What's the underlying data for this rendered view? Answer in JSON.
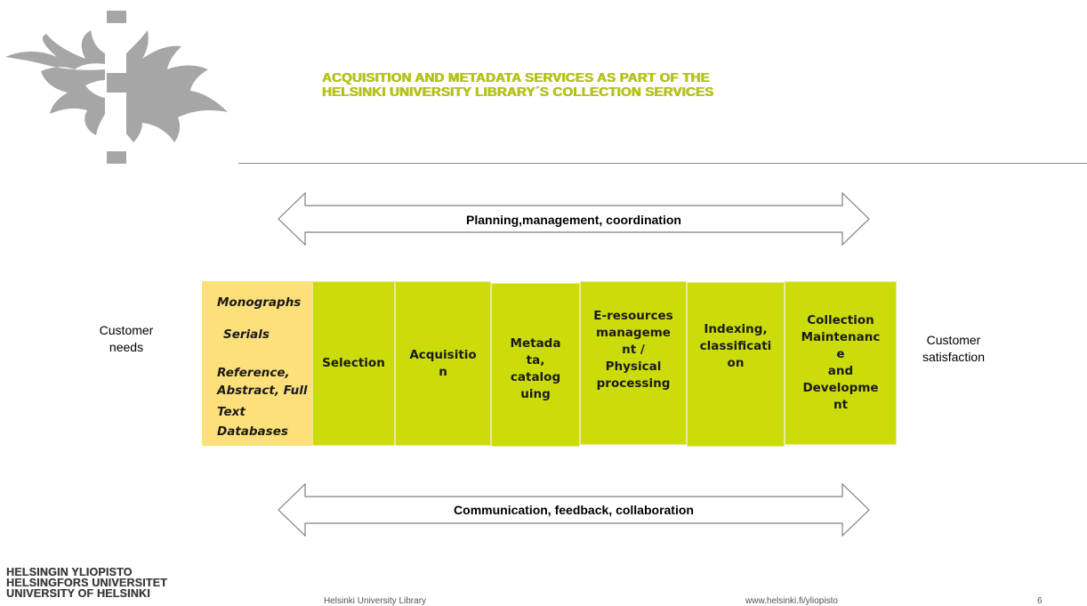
{
  "header": {
    "title_line1": "ACQUISITION AND METADATA SERVICES AS PART OF THE",
    "title_line2": "HELSINKI UNIVERSITY LIBRARY´S COLLECTION SERVICES"
  },
  "diagram": {
    "top_arrow_label": "Planning,management, coordination",
    "bottom_arrow_label": "Communication, feedback, collaboration",
    "left_label": [
      "Customer",
      "needs"
    ],
    "right_label": [
      "Customer",
      "satisfaction"
    ],
    "materials": [
      "Monographs",
      "Serials",
      "Reference,",
      "Abstract, Full",
      "Text",
      "Databases"
    ],
    "steps": [
      {
        "lines": [
          "Selection"
        ]
      },
      {
        "lines": [
          "Acquisitio",
          "n"
        ]
      },
      {
        "lines": [
          "Metada",
          "ta,",
          "catalog",
          "uing"
        ]
      },
      {
        "lines": [
          "E-resources",
          "manageme",
          "nt /",
          "Physical",
          "processing"
        ]
      },
      {
        "lines": [
          "Indexing,",
          "classificati",
          "on"
        ]
      },
      {
        "lines": [
          "Collection",
          "Maintenanc",
          "e",
          "and",
          "Developme",
          "nt"
        ]
      }
    ],
    "colors": {
      "step": "#ccdc0a",
      "materials": "#fde07a",
      "title": "#b5c21a"
    }
  },
  "footer": {
    "brand": [
      "HELSINGIN YLIOPISTO",
      "HELSINGFORS UNIVERSITET",
      "UNIVERSITY OF HELSINKI"
    ],
    "library": "Helsinki University Library",
    "url": "www.helsinki.fi/yliopisto",
    "page": "6"
  }
}
